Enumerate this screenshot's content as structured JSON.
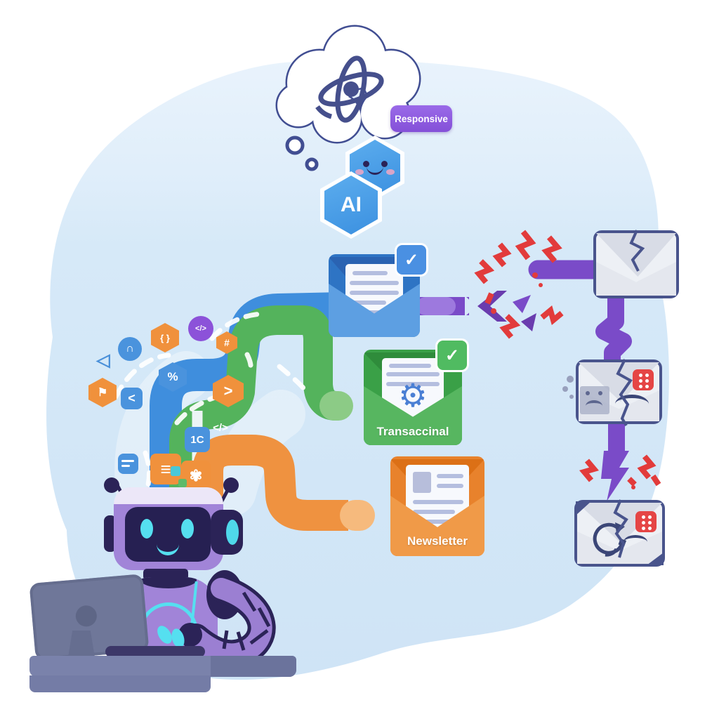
{
  "labels": {
    "responsive": "Responsive",
    "ai": "AI",
    "transactional": "Transaccinal",
    "newsletter": "Newsletter",
    "check": "✓"
  },
  "thought_cloud": {
    "icon": "atom-icon"
  },
  "emails": {
    "blue_inbox": {
      "type": "email-validated",
      "badge": "check"
    },
    "transactional": {
      "label": "Transaccinal",
      "badge": "check",
      "icon": "gear-icon",
      "gear_glyph": "⚙"
    },
    "newsletter": {
      "label": "Newsletter"
    },
    "broken_top": {
      "type": "email-broken"
    },
    "broken_middle": {
      "type": "email-broken-sad",
      "badge": "error"
    },
    "broken_bottom": {
      "type": "email-broken-sync",
      "badge": "error"
    }
  },
  "float_icons": [
    {
      "name": "headphones-icon",
      "glyph": "∩"
    },
    {
      "name": "braces-icon",
      "glyph": "{ }"
    },
    {
      "name": "code-icon",
      "glyph": "</>"
    },
    {
      "name": "hash-icon",
      "glyph": "#"
    },
    {
      "name": "triangle-icon",
      "glyph": "◁"
    },
    {
      "name": "percent-icon",
      "glyph": "%"
    },
    {
      "name": "flag-icon",
      "glyph": "⚑"
    },
    {
      "name": "less-than-icon",
      "glyph": "<"
    },
    {
      "name": "greater-than-icon",
      "glyph": ">"
    },
    {
      "name": "code-tag-icon",
      "glyph": "</>"
    },
    {
      "name": "one-c-icon",
      "glyph": "1C"
    },
    {
      "name": "list-icon",
      "glyph": "≡"
    },
    {
      "name": "award-icon",
      "glyph": "✾"
    }
  ],
  "colors": {
    "blob": "#d6e9f8",
    "pipe_blue": "#3f8edd",
    "pipe_green": "#54b35c",
    "pipe_orange": "#ef9240",
    "pipe_purple": "#7a4bc8",
    "error_red": "#e23b3b",
    "robot_purple": "#a184d8",
    "robot_cyan": "#55dff0",
    "robot_navy": "#2b2357",
    "envelope_border": "#49548c"
  }
}
